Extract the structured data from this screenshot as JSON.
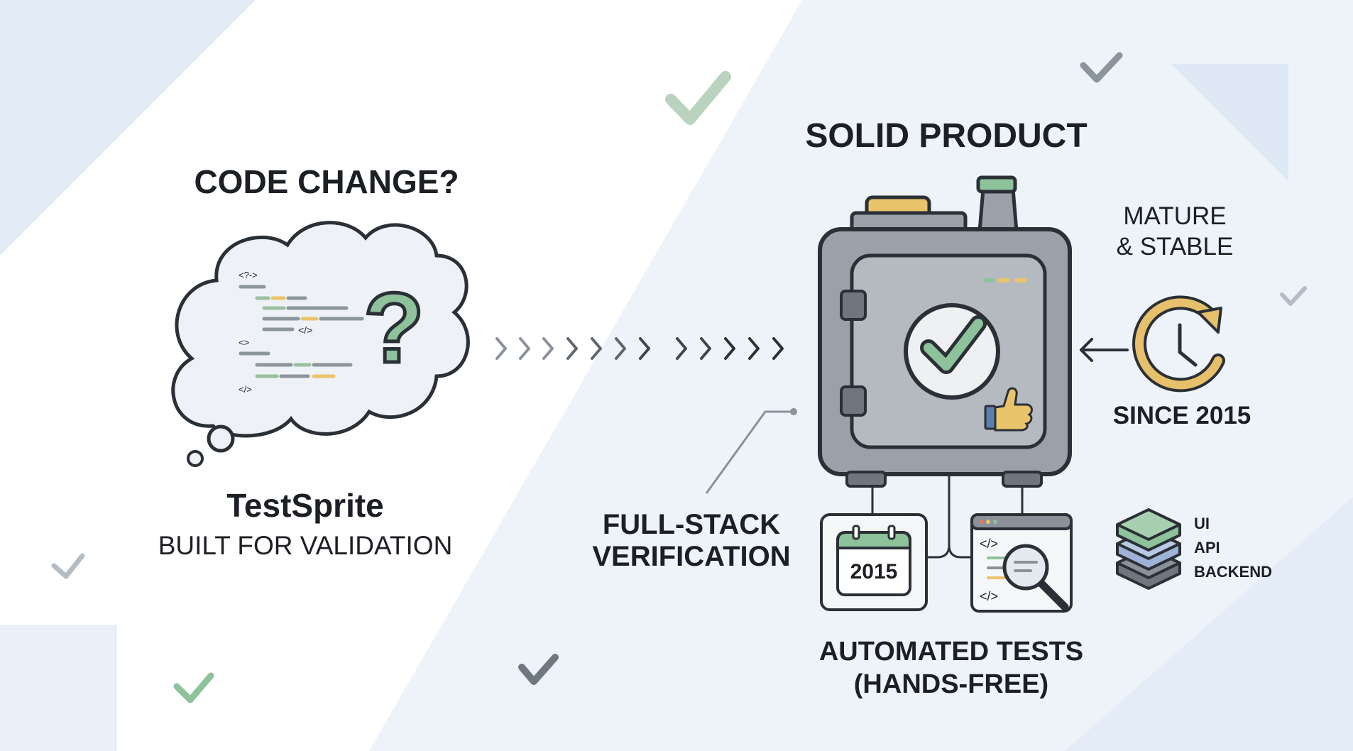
{
  "headings": {
    "left": "CODE CHANGE?",
    "right": "SOLID PRODUCT"
  },
  "brand": {
    "name": "TestSprite",
    "tagline": "BUILT FOR VALIDATION"
  },
  "thought_cloud": {
    "code_tags": [
      "<?->",
      "</>",
      "<>",
      "</>"
    ],
    "symbol": "?"
  },
  "labels": {
    "mature_line1": "MATURE",
    "mature_line2": "& STABLE",
    "since": "SINCE 2015",
    "fullstack_line1": "FULL-STACK",
    "fullstack_line2": "VERIFICATION",
    "automated_line1": "AUTOMATED TESTS",
    "automated_line2": "(HANDS-FREE)"
  },
  "calendar": {
    "year": "2015"
  },
  "code_window": {
    "tag_top": "</>",
    "tag_bottom": "</>"
  },
  "layers": [
    "UI",
    "API",
    "BACKEND"
  ],
  "colors": {
    "accent_green": "#7fb08a",
    "accent_yellow": "#e9c46a",
    "safe_gray": "#9aa1a8",
    "ink": "#2b2f36"
  },
  "icons": [
    "thought-cloud-icon",
    "question-mark-icon",
    "chevron-arrows-icon",
    "safe-icon",
    "checkmark-icon",
    "thumbs-up-icon",
    "clock-refresh-icon",
    "calendar-icon",
    "code-search-icon",
    "layers-stack-icon",
    "arrow-left-icon"
  ]
}
